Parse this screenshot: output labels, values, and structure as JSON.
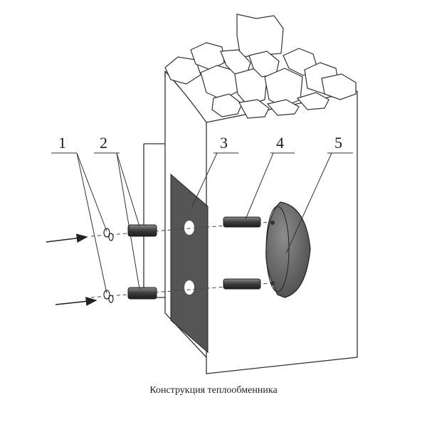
{
  "diagram": {
    "callouts": [
      "1",
      "2",
      "3",
      "4",
      "5"
    ],
    "caption": "Конструкция теплообменника"
  },
  "colors": {
    "line": "#333333",
    "plate": "#555555",
    "tank": "#6e6e6e",
    "pipe": "#4a4a4a"
  }
}
